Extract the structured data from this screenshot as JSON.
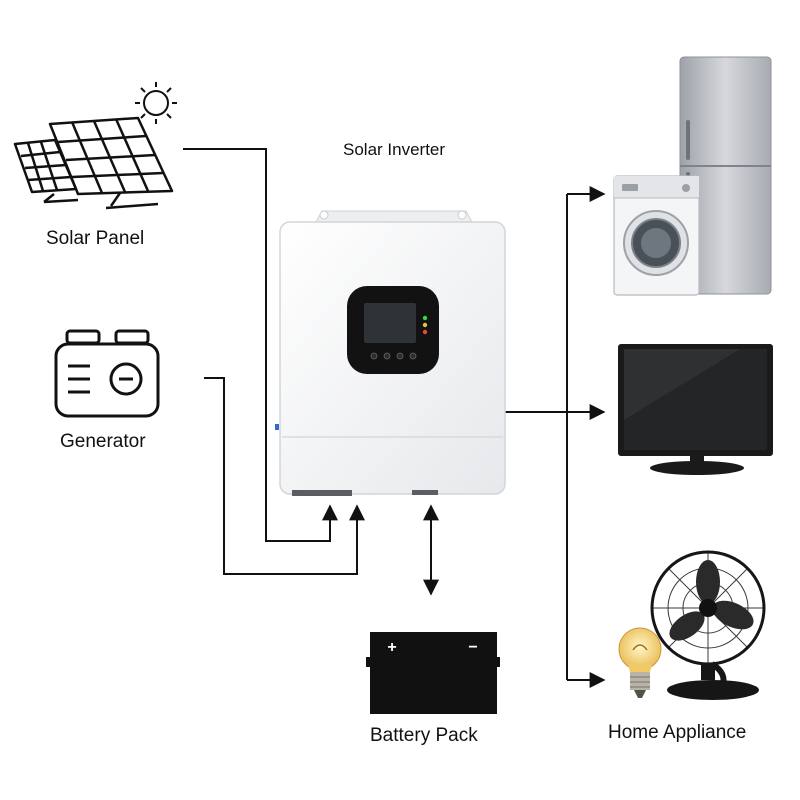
{
  "labels": {
    "solar_panel": "Solar Panel",
    "generator": "Generator",
    "solar_inverter": "Solar Inverter",
    "battery_pack": "Battery Pack",
    "home_appliance": "Home Appliance"
  },
  "battery_terminals": {
    "positive": "+",
    "negative": "−"
  },
  "icons": {
    "solar_panel": "solar-panel-icon",
    "sun": "sun-icon",
    "generator": "generator-icon",
    "inverter": "inverter-icon",
    "battery": "battery-icon",
    "washing_machine": "washing-machine-icon",
    "refrigerator": "refrigerator-icon",
    "tv": "tv-icon",
    "fan": "fan-icon",
    "bulb": "light-bulb-icon"
  },
  "colors": {
    "line": "#111111",
    "inverter_body": "#f3f4f6",
    "fridge": "#b9bcc1",
    "screen": "#161616"
  }
}
